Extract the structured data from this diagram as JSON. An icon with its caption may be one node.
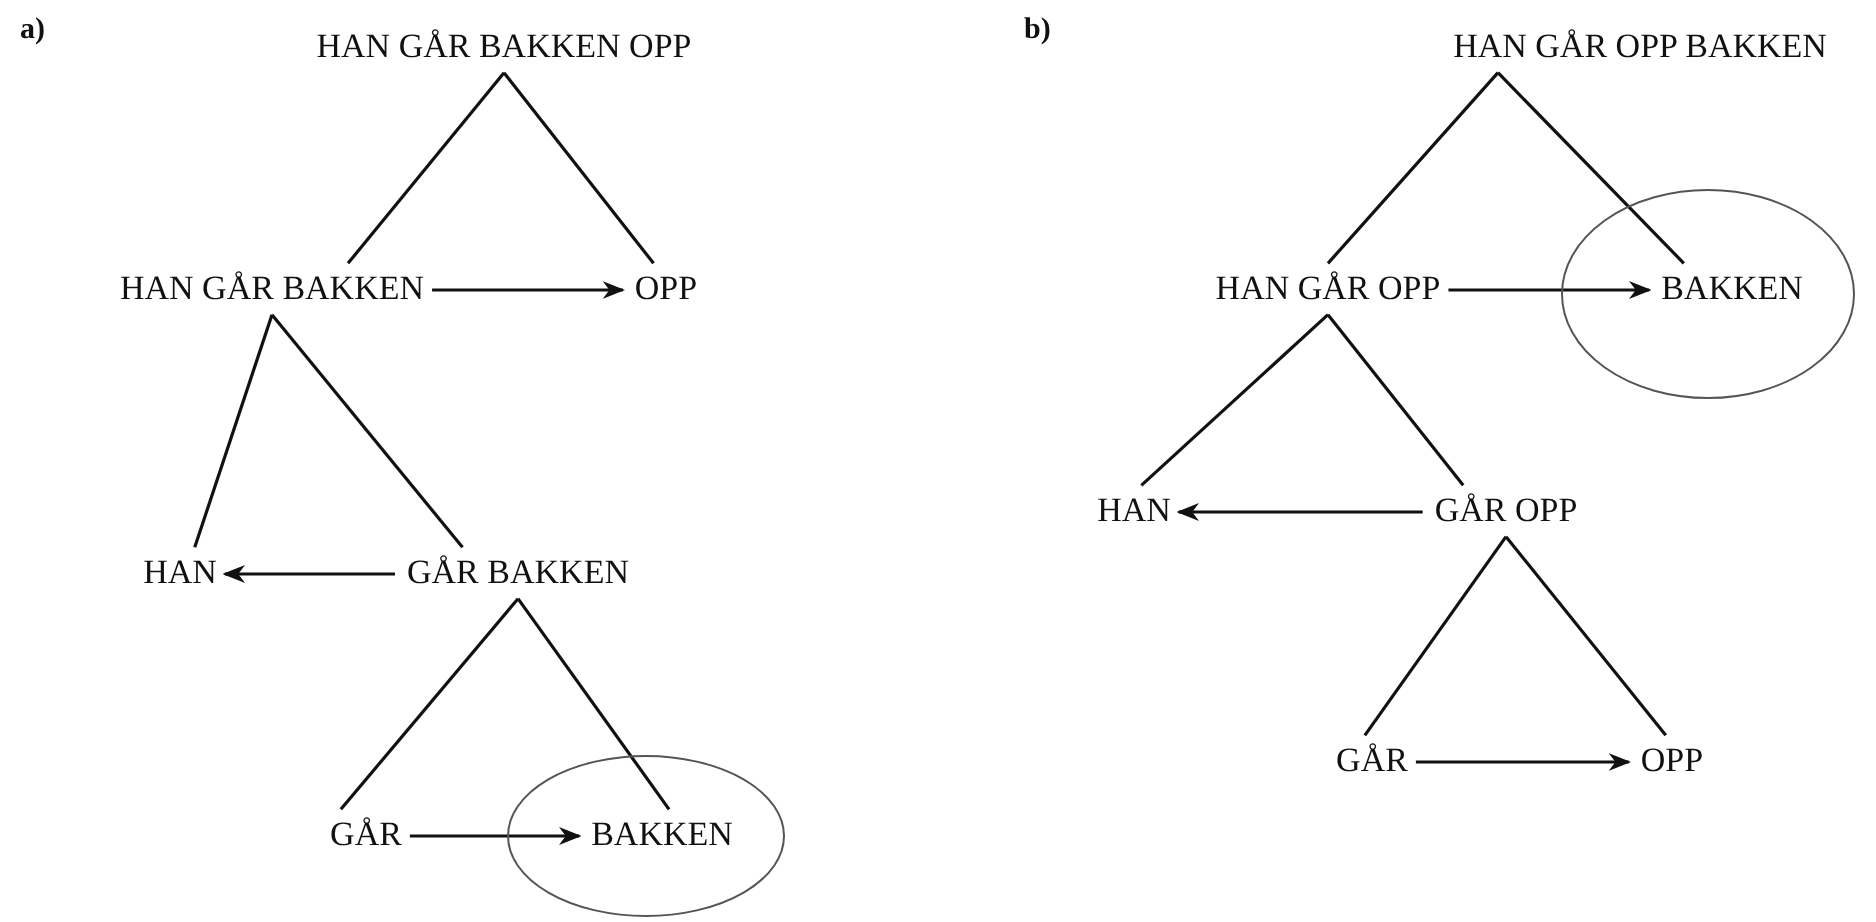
{
  "diagram": {
    "nodes": [
      {
        "text": [
          "HAN GÅR BAKKEN OPP"
        ]
      },
      {
        "text": [
          "HAN GÅR BAKKEN"
        ]
      },
      {
        "text": [
          "OPP"
        ]
      },
      {
        "text": [
          "HAN"
        ]
      },
      {
        "text": [
          "GÅR BAKKEN"
        ]
      },
      {
        "text": [],
        "shape": "circle"
      },
      {
        "text": [
          "GÅR"
        ]
      },
      {
        "text": [
          "BAKKEN"
        ],
        "in": 5
      },
      {
        "text": [
          "HAN GÅR OPP BAKKEN"
        ]
      },
      {
        "text": [
          "HAN GÅR OPP"
        ]
      },
      {
        "text": [],
        "shape": "circle"
      },
      {
        "text": [
          "BAKKEN"
        ],
        "in": 10
      },
      {
        "text": [
          "HAN"
        ]
      },
      {
        "text": [
          "GÅR OPP"
        ]
      },
      {
        "text": [
          "GÅR"
        ]
      },
      {
        "text": [
          "OPP"
        ]
      }
    ],
    "edges": [
      {
        "from": 0,
        "to": 1,
        "arrow": "none"
      },
      {
        "from": 0,
        "to": 2,
        "arrow": "none"
      },
      {
        "from": 1,
        "to": 2,
        "arrow": "to"
      },
      {
        "from": 1,
        "to": 3,
        "arrow": "none"
      },
      {
        "from": 1,
        "to": 4,
        "arrow": "none"
      },
      {
        "from": 4,
        "to": 3,
        "arrow": "to"
      },
      {
        "from": 4,
        "to": 6,
        "arrow": "none"
      },
      {
        "from": 4,
        "to": 7,
        "arrow": "none"
      },
      {
        "from": 6,
        "to": 7,
        "arrow": "to"
      },
      {
        "from": 8,
        "to": 9,
        "arrow": "none"
      },
      {
        "from": 8,
        "to": 11,
        "arrow": "none"
      },
      {
        "from": 9,
        "to": 11,
        "arrow": "to"
      },
      {
        "from": 9,
        "to": 12,
        "arrow": "none"
      },
      {
        "from": 9,
        "to": 13,
        "arrow": "none"
      },
      {
        "from": 13,
        "to": 12,
        "arrow": "to"
      },
      {
        "from": 13,
        "to": 14,
        "arrow": "none"
      },
      {
        "from": 13,
        "to": 15,
        "arrow": "none"
      },
      {
        "from": 14,
        "to": 15,
        "arrow": "to"
      }
    ],
    "labels": [
      "a)",
      "b)"
    ]
  }
}
